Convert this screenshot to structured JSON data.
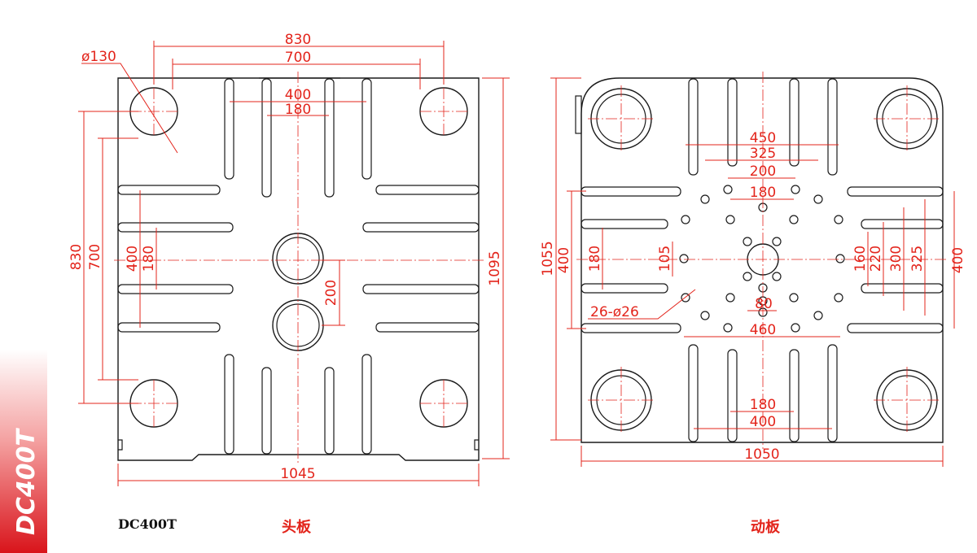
{
  "model": "DC400T",
  "side_tab": "DC400T",
  "colors": {
    "outline": "#1a1a1a",
    "dimension": "#e3241b",
    "tab_top": "#ffffff",
    "tab_bottom": "#d9141b"
  },
  "fixed_platen": {
    "caption": "头板",
    "dims": {
      "tiebar_dia": "ø130",
      "top_830": "830",
      "top_700": "700",
      "top_400": "400",
      "top_180": "180",
      "left_830": "830",
      "left_700": "700",
      "left_400": "400",
      "left_180": "180",
      "right_200": "200",
      "height": "1095",
      "width": "1045"
    }
  },
  "moving_platen": {
    "caption": "动板",
    "dims": {
      "top_450": "450",
      "top_325": "325",
      "top_200": "200",
      "top_180": "180",
      "holes": "26-ø26",
      "mid_105": "105",
      "mid_80": "80",
      "mid_460": "460",
      "bottom_180": "180",
      "bottom_400": "400",
      "left_1055": "1055",
      "left_400": "400",
      "left_180": "180",
      "right_160": "160",
      "right_220": "220",
      "right_300": "300",
      "right_325": "325",
      "right_400": "400",
      "width": "1050"
    }
  }
}
